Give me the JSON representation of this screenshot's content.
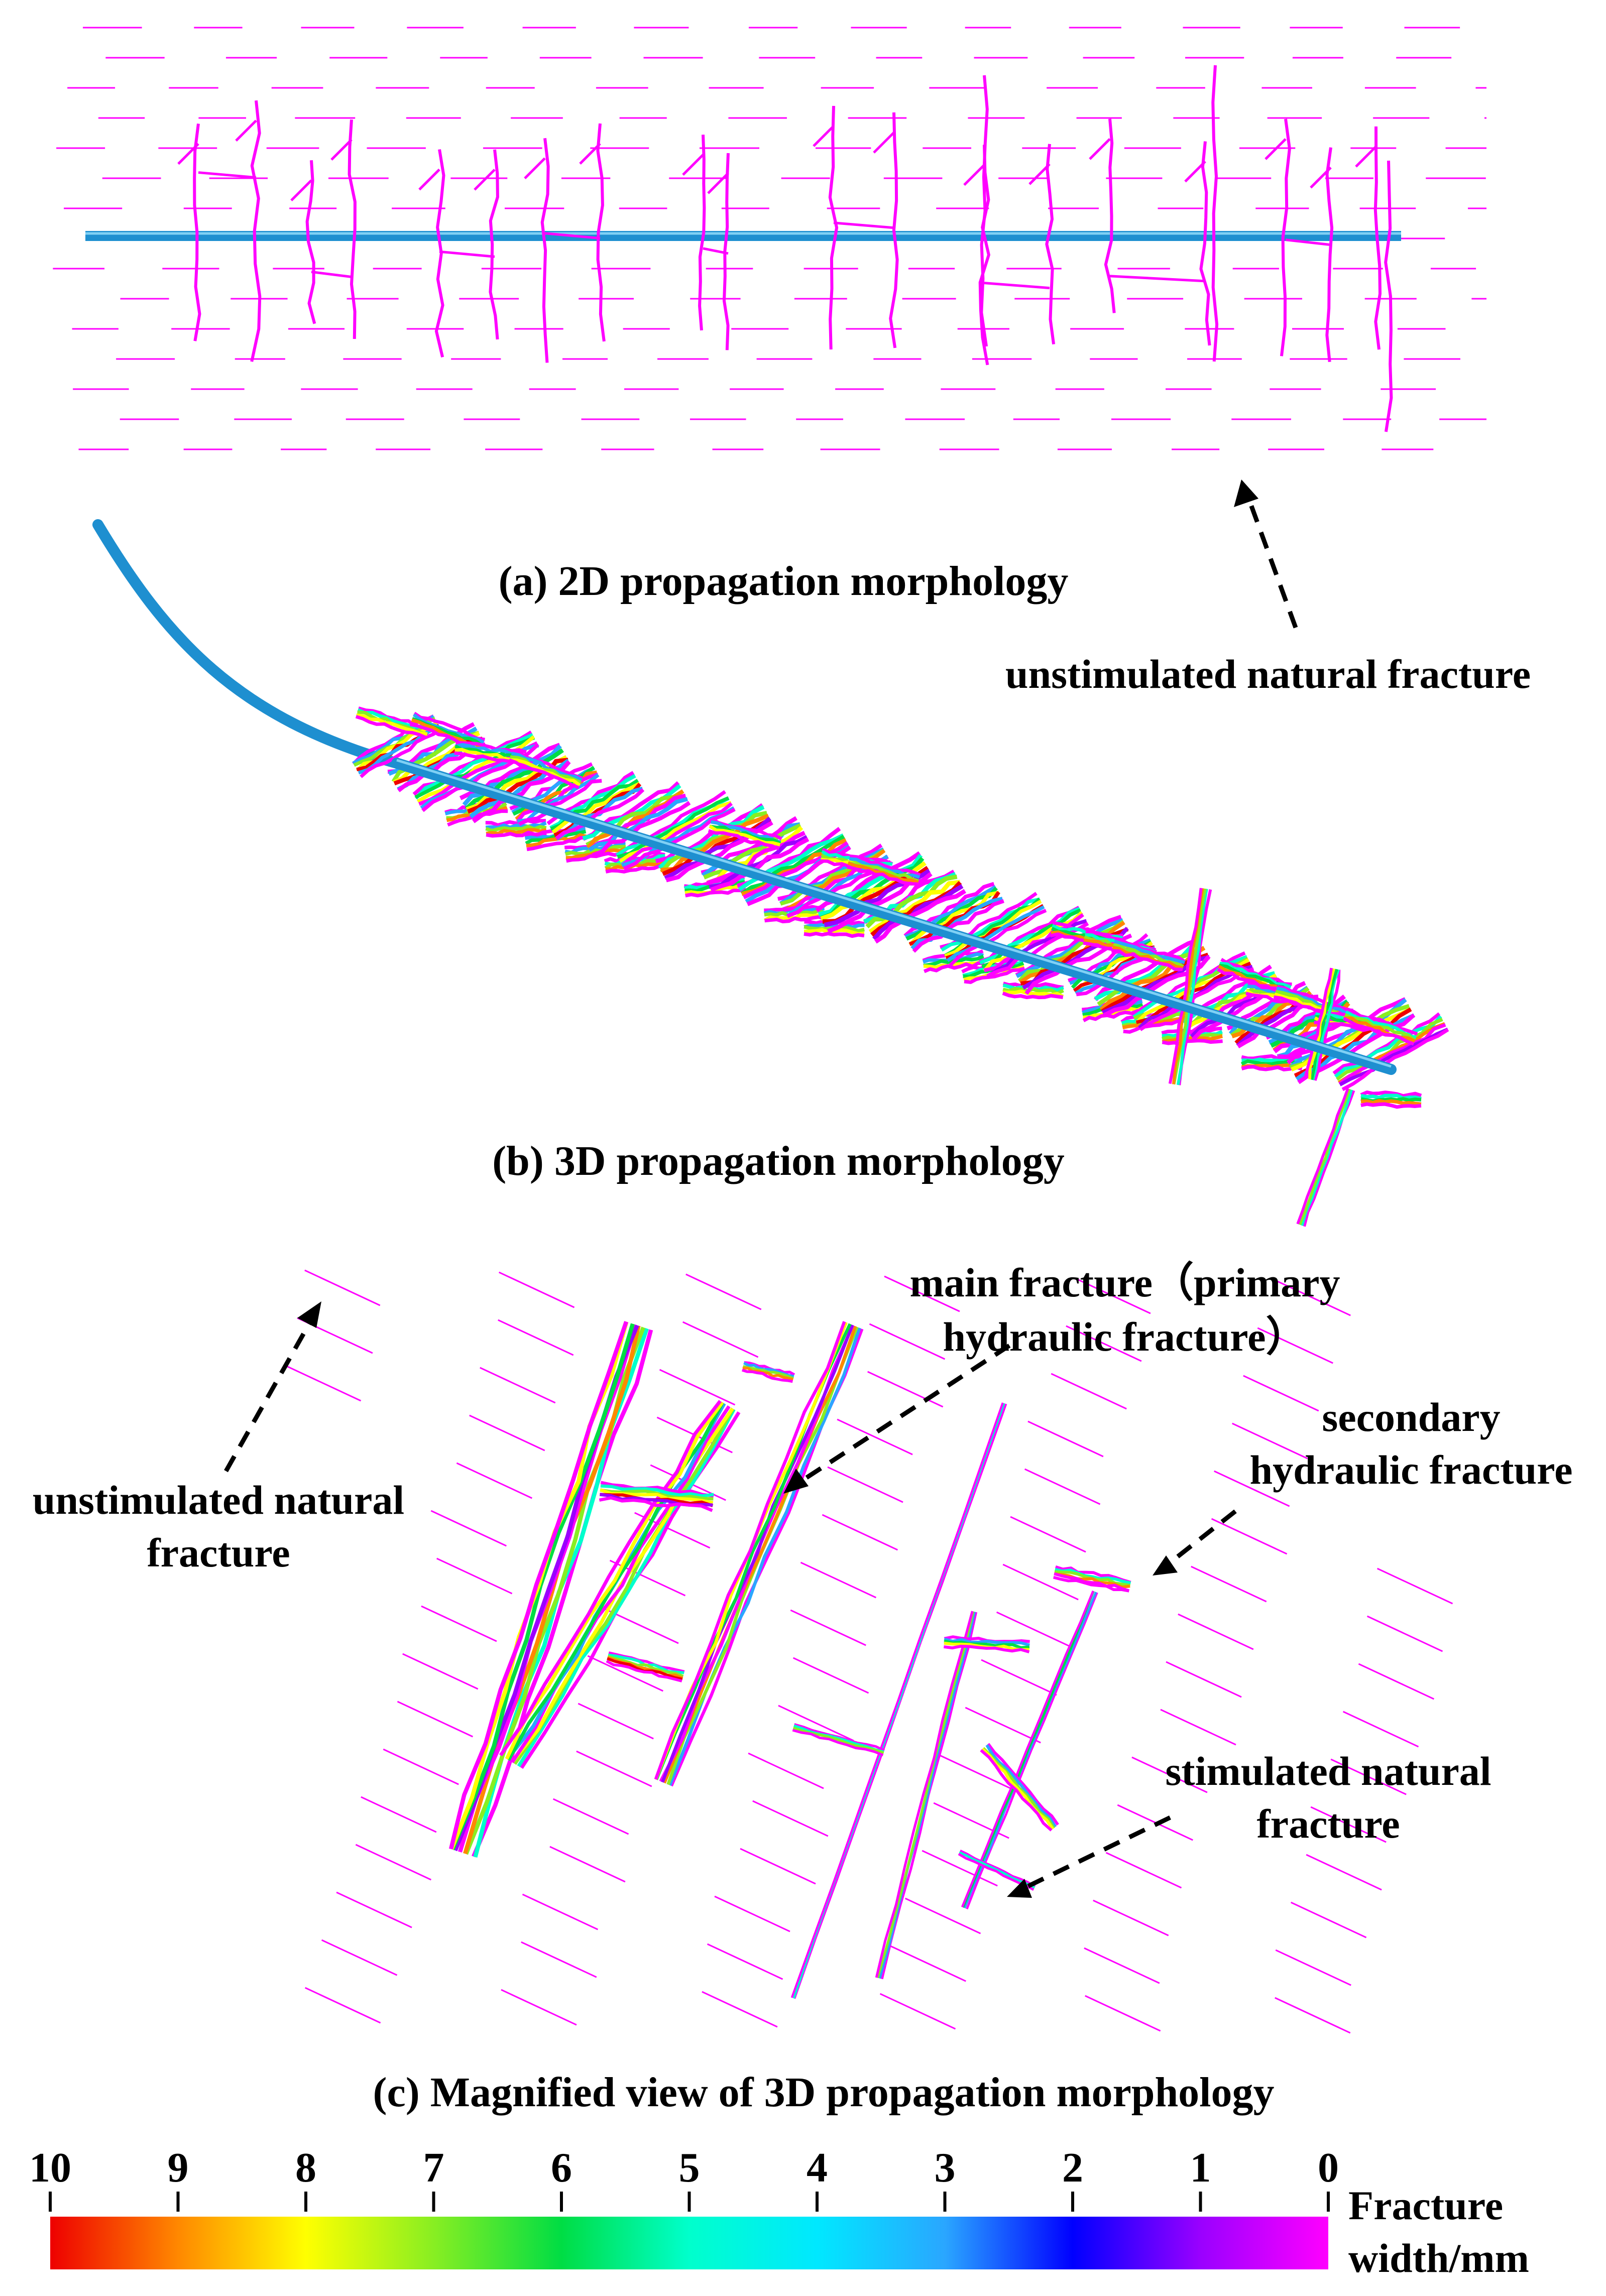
{
  "panels": {
    "a": {
      "caption": "(a) 2D propagation morphology"
    },
    "b": {
      "caption": "(b) 3D propagation morphology"
    },
    "c": {
      "caption": "(c) Magnified view of 3D propagation morphology"
    }
  },
  "annotations": {
    "unstimulated_natural_fracture_a": "unstimulated natural fracture",
    "unstimulated_natural_fracture_c": [
      "unstimulated natural",
      "fracture"
    ],
    "main_fracture": [
      "main fracture（primary",
      "hydraulic fracture）"
    ],
    "secondary_hydraulic_fracture": [
      "secondary",
      "hydraulic fracture"
    ],
    "stimulated_natural_fracture": [
      "stimulated natural",
      "fracture"
    ]
  },
  "colorbar": {
    "ticks": [
      "10",
      "9",
      "8",
      "7",
      "6",
      "5",
      "4",
      "3",
      "2",
      "1",
      "0"
    ],
    "title": [
      "Fracture",
      "width/mm"
    ],
    "range": [
      10,
      0
    ],
    "colors": [
      "#ee0000",
      "#ff8800",
      "#ffff00",
      "#88ee22",
      "#00dd44",
      "#00ffcc",
      "#00e8ff",
      "#2aa6ff",
      "#0000ff",
      "#9a00ff",
      "#ff00ff"
    ]
  },
  "colors": {
    "natural_fracture": "#ff00ff",
    "wellbore": "#1e8fd0",
    "arrow": "#000000"
  }
}
